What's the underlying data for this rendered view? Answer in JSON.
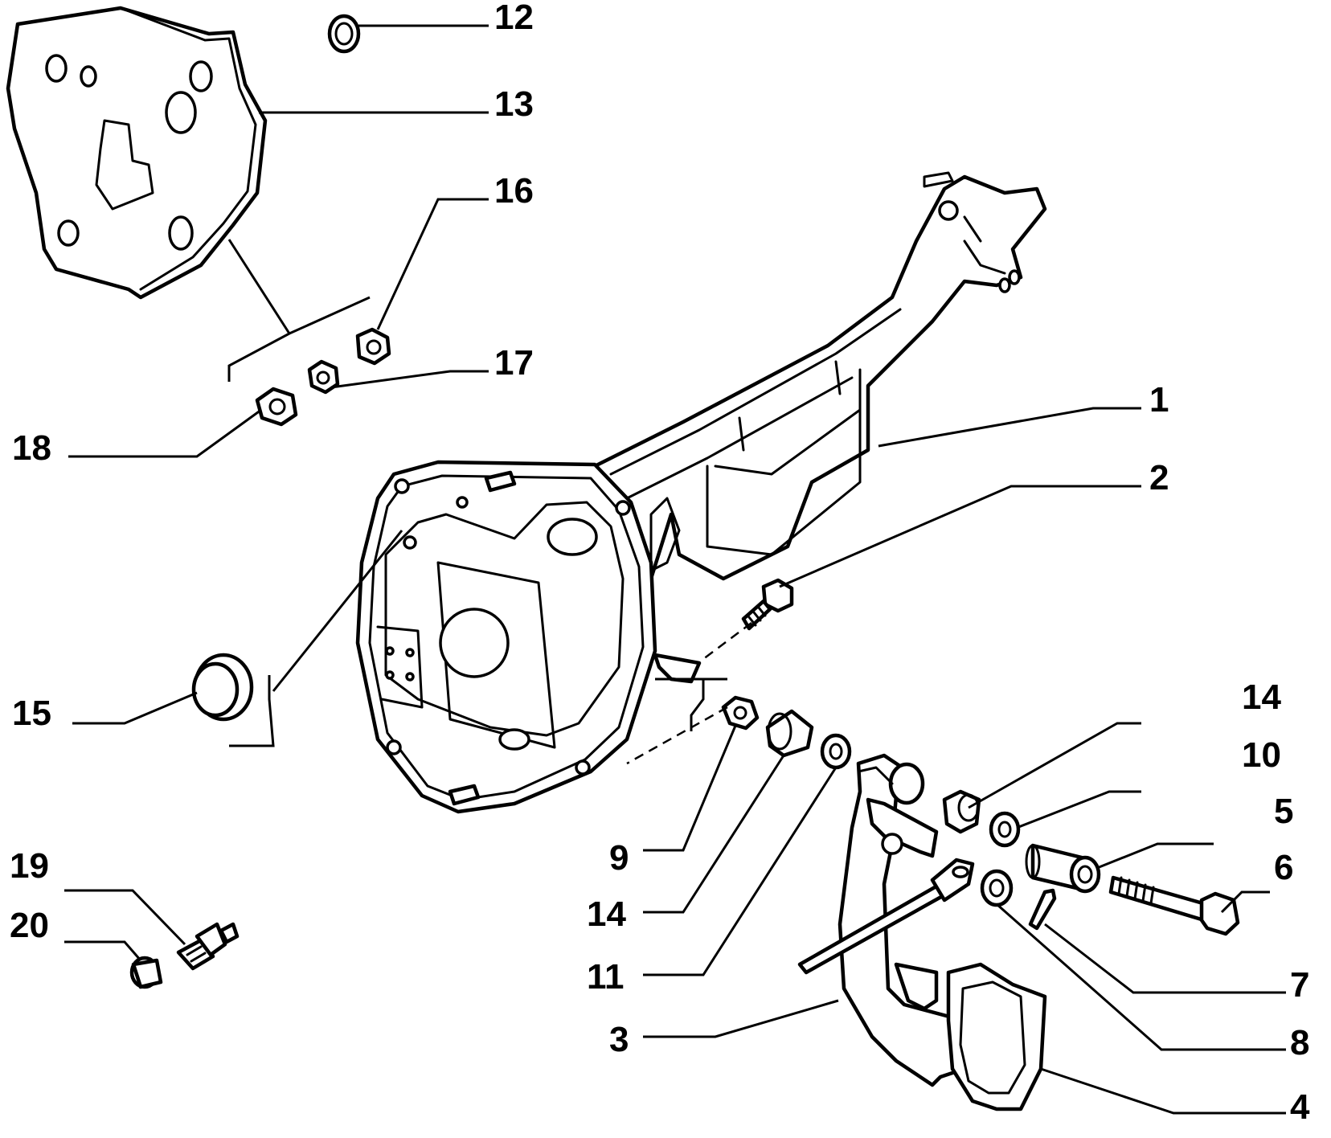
{
  "labels": {
    "l1": "1",
    "l2": "2",
    "l3": "3",
    "l4": "4",
    "l5": "5",
    "l6": "6",
    "l7": "7",
    "l8": "8",
    "l9": "9",
    "l10": "10",
    "l11": "11",
    "l12": "12",
    "l13": "13",
    "l14a": "14",
    "l14b": "14",
    "l15": "15",
    "l16": "16",
    "l17": "17",
    "l18": "18",
    "l19": "19",
    "l20": "20"
  }
}
